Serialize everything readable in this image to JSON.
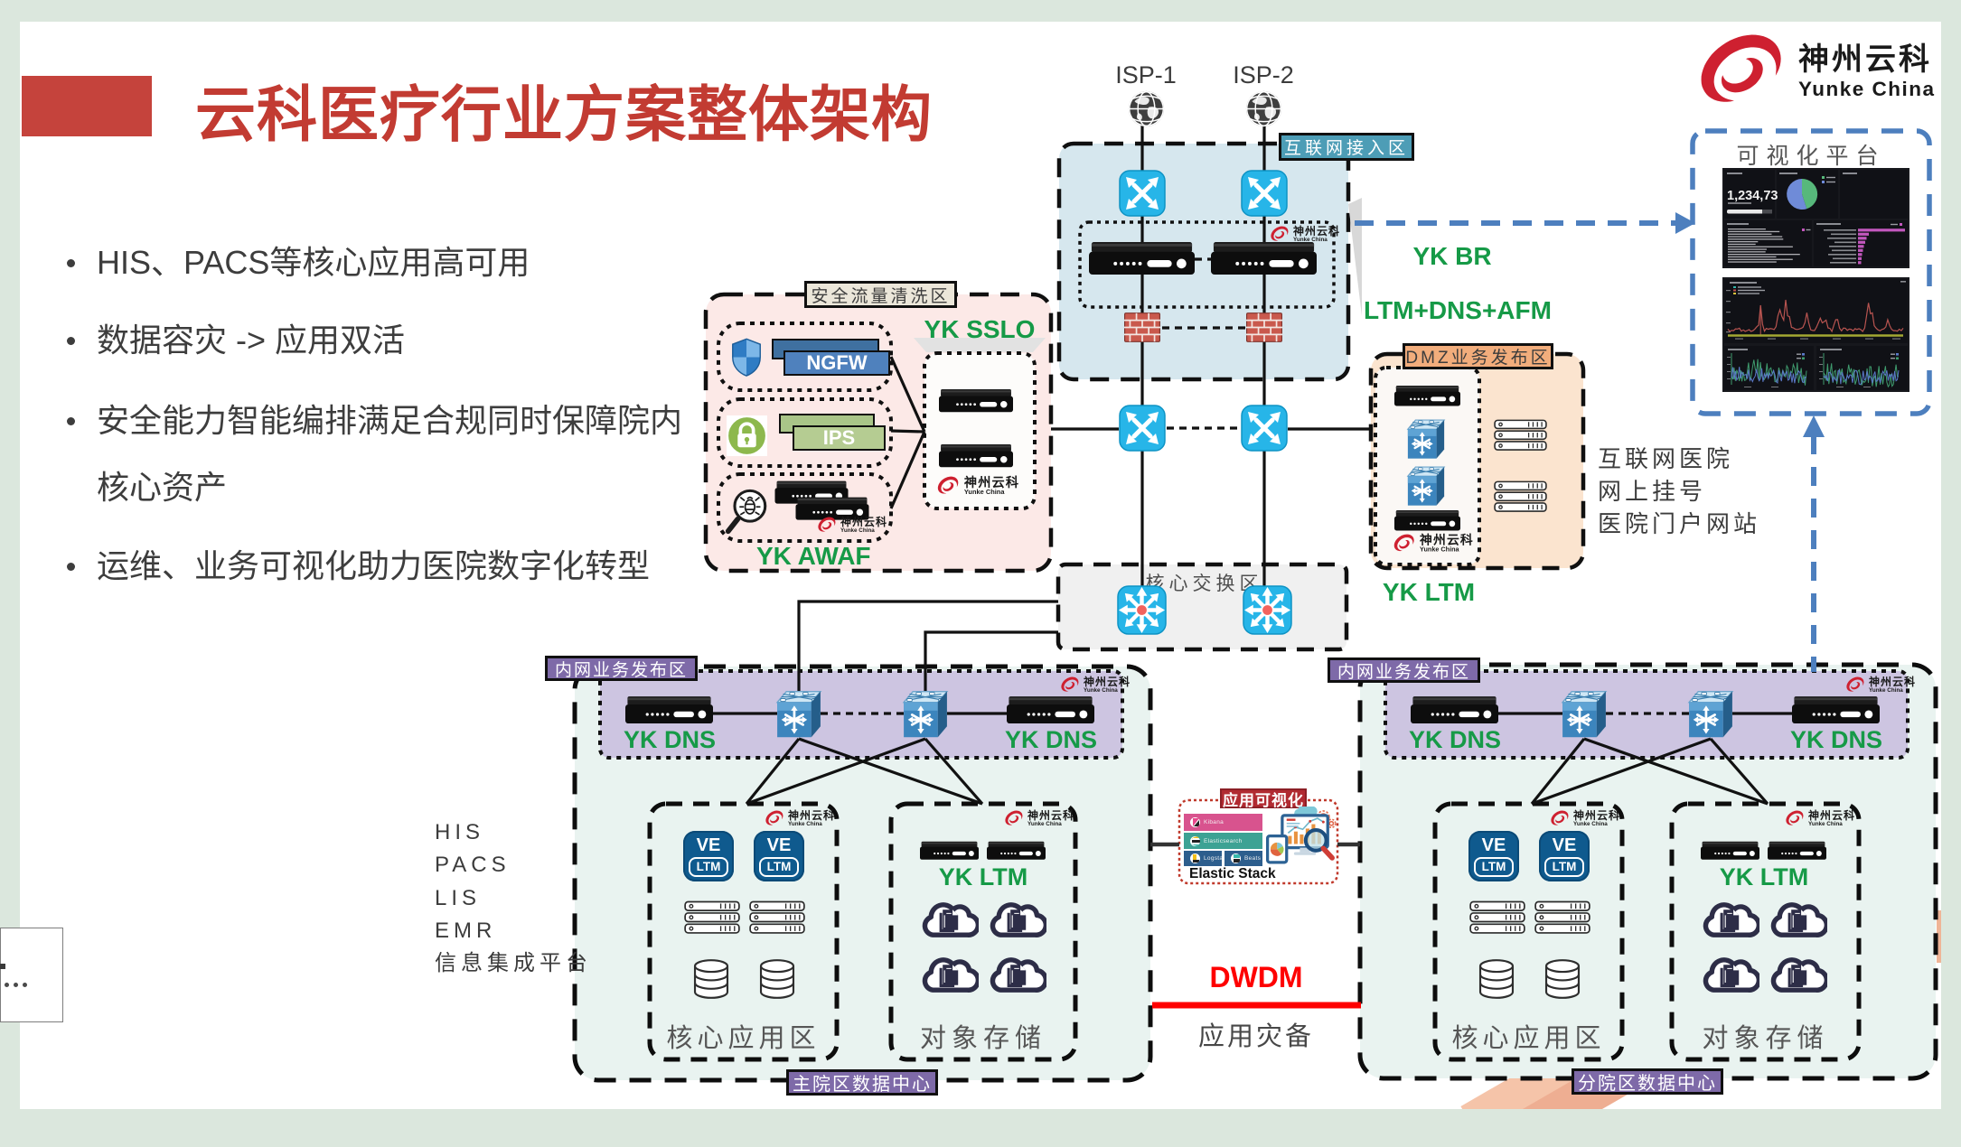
{
  "slide": {
    "title": "云科医疗行业方案整体架构",
    "bullets": [
      "HIS、PACS等核心应用高可用",
      "数据容灾 -> 应用双活",
      "安全能力智能编排满足合规同时保障院内核心资产",
      "运维、业务可视化助力医院数字化转型"
    ]
  },
  "brand": {
    "cn": "神州云科",
    "en": "Yunke China"
  },
  "internet": {
    "label": "互联网接入区",
    "isp1": "ISP-1",
    "isp2": "ISP-2",
    "yk_br": "YK BR",
    "modules": "LTM+DNS+AFM"
  },
  "security": {
    "label": "安全流量清洗区",
    "sslo": "YK SSLO",
    "awaf": "YK AWAF",
    "ngfw": "NGFW",
    "ips": "IPS"
  },
  "dmz": {
    "label": "DMZ业务发布区",
    "yk_ltm": "YK LTM",
    "services": [
      "互联网医院",
      "网上挂号",
      "医院门户网站"
    ]
  },
  "core": {
    "label": "核心交换区"
  },
  "viz": {
    "label": "可视化平台",
    "stat": "1,234,73"
  },
  "intranet": {
    "label": "内网业务发布区",
    "yk_dns": "YK DNS"
  },
  "dc_left": {
    "label": "主院区数据中心"
  },
  "dc_right": {
    "label": "分院区数据中心"
  },
  "dc": {
    "app_zone": "核心应用区",
    "storage": "对象存储",
    "yk_ltm": "YK LTM",
    "ve": "VE",
    "ltm": "LTM"
  },
  "elastic": {
    "label": "应用可视化",
    "title": "Elastic Stack",
    "items": [
      "Kibana",
      "Elasticsearch",
      "Logstash",
      "Beats"
    ]
  },
  "dr": {
    "dwdm": "DWDM",
    "label": "应用灾备"
  },
  "his_list": [
    "HIS",
    "PACS",
    "LIS",
    "EMR",
    "信息集成平台"
  ]
}
